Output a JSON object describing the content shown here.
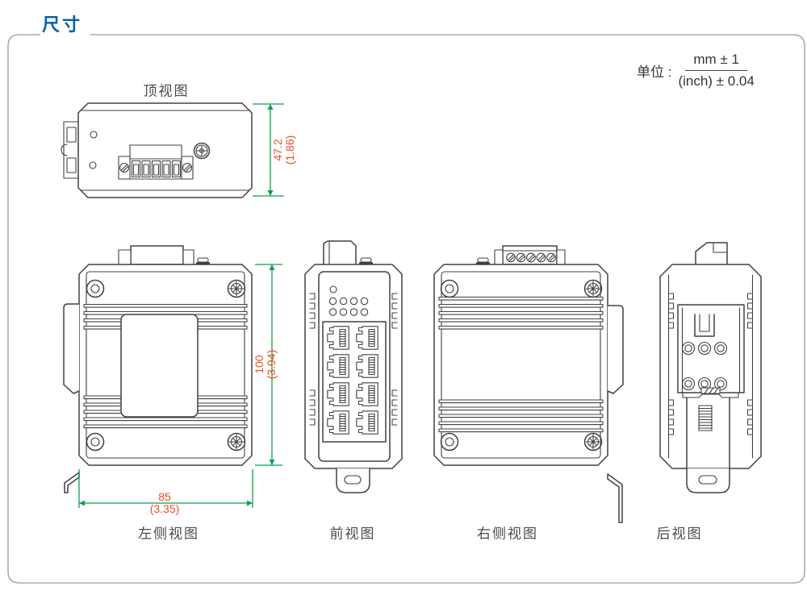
{
  "header": {
    "title": "尺寸"
  },
  "unit": {
    "label": "单位 :",
    "numerator": "mm ± 1",
    "denominator": "(inch) ± 0.04"
  },
  "views": {
    "top": {
      "label": "顶视图"
    },
    "left": {
      "label": "左侧视图"
    },
    "front": {
      "label": "前视图"
    },
    "right": {
      "label": "右侧视图"
    },
    "rear": {
      "label": "后视图"
    }
  },
  "dimensions": {
    "depth": {
      "mm": "47.2",
      "inch": "(1.86)"
    },
    "height": {
      "mm": "100",
      "inch": "(3.94)"
    },
    "width": {
      "mm": "85",
      "inch": "(3.35)"
    }
  },
  "colors": {
    "title_blue": "#0060ac",
    "dimension_text_red": "#ef4b23",
    "dimension_line_green": "#0ba14f",
    "drawing_line_gray": "#414141",
    "frame_gray": "#9a9a9a"
  }
}
